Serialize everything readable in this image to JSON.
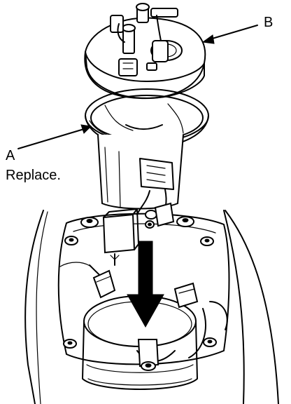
{
  "diagram": {
    "callouts": [
      {
        "id": "B",
        "letter": "B",
        "text": ""
      },
      {
        "id": "A",
        "letter": "A",
        "text": "Replace."
      }
    ],
    "icons": [
      "down-arrow-icon",
      "leader-arrow-icon"
    ],
    "colors": {
      "ink": "#000000",
      "paper": "#ffffff"
    }
  }
}
